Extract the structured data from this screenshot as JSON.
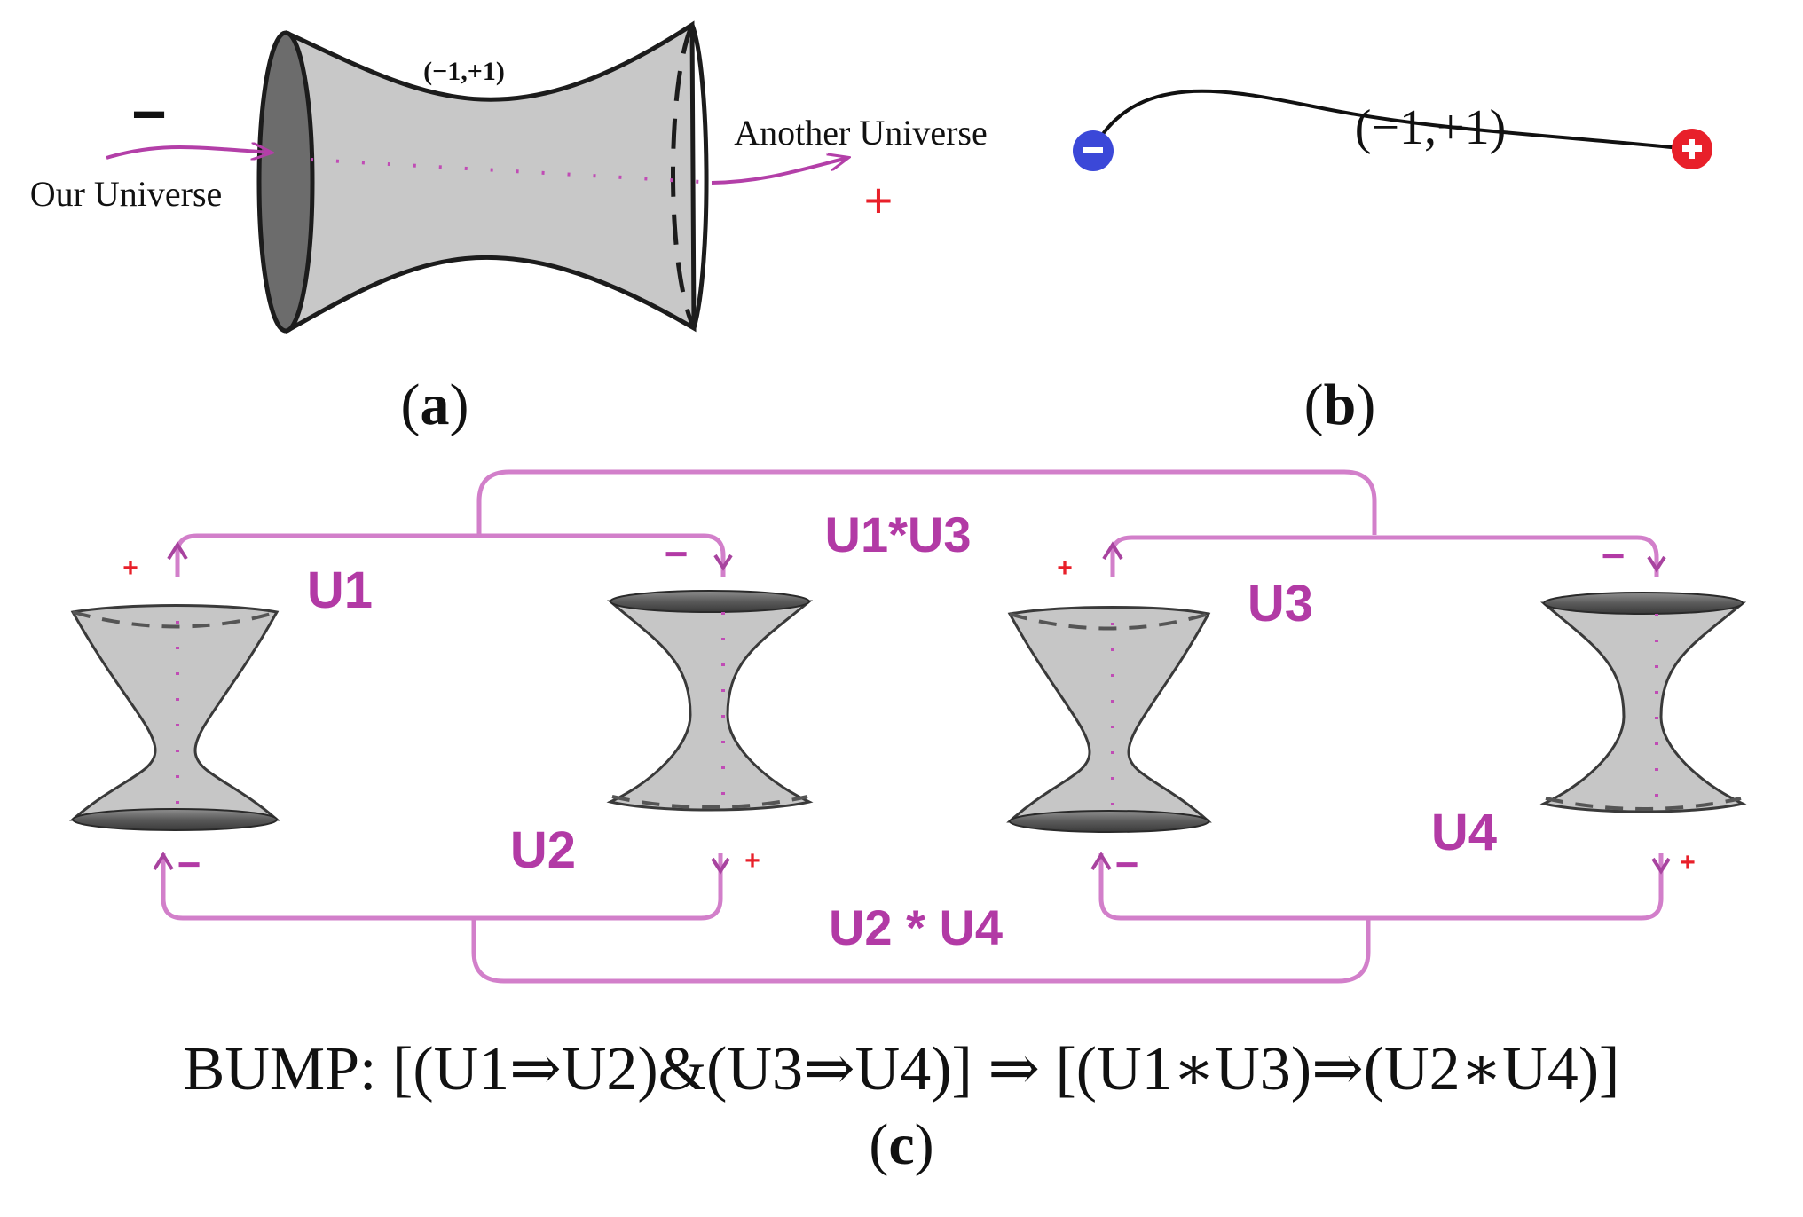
{
  "panel_a": {
    "minus_sign": "−",
    "plus_sign": "+",
    "throat_label": "(−1,+1)",
    "left_label": "Our Universe",
    "right_label": "Another Universe",
    "caption_letter": "a"
  },
  "panel_b": {
    "label": "(−1,+1)",
    "left_charge": "−",
    "right_charge": "+",
    "caption_letter": "b"
  },
  "panel_c": {
    "u1": "U1",
    "u2": "U2",
    "u3": "U3",
    "u4": "U4",
    "top_join": "U1*U3",
    "bottom_join": "U2 * U4",
    "plus_sign": "+",
    "minus_sign": "−",
    "formula": "BUMP: [(U1⇒U2)&(U3⇒U4)] ⇒ [(U1∗U3)⇒(U2∗U4)]",
    "caption_letter": "c"
  },
  "colors": {
    "wire": "#d27fca",
    "label_pink": "#b23aa5",
    "negative_blue": "#3b48d8",
    "positive_red": "#e8202a",
    "body_gray": "#c8c8c8"
  }
}
